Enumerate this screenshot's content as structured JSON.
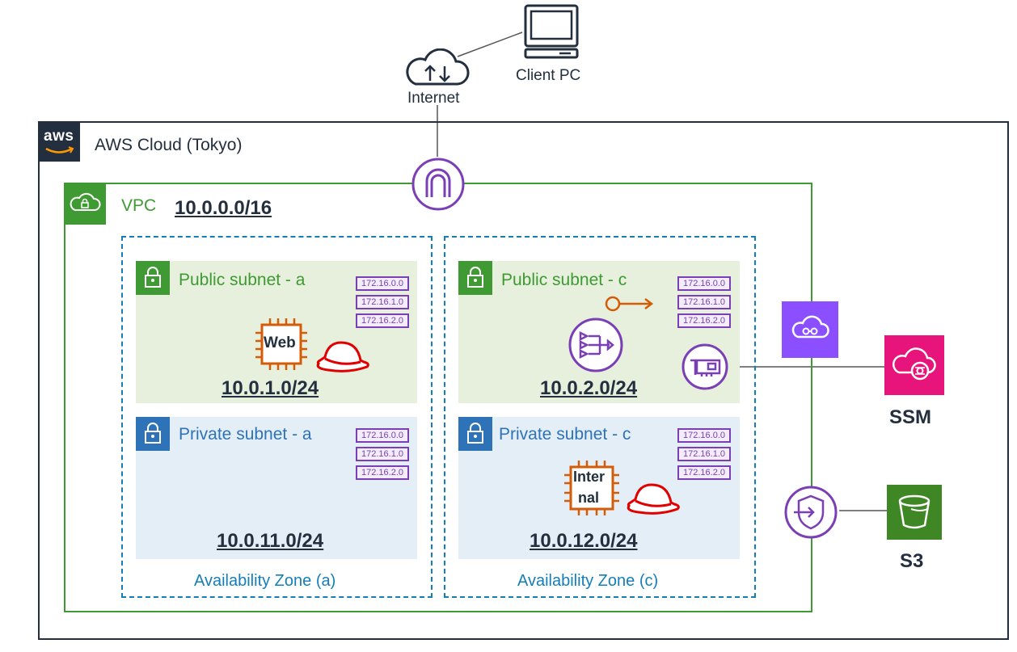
{
  "top": {
    "internet_label": "Internet",
    "client_label": "Client PC"
  },
  "aws": {
    "logo_text": "aws",
    "cloud_label": "AWS Cloud (Tokyo)"
  },
  "vpc": {
    "label": "VPC",
    "cidr": "10.0.0.0/16"
  },
  "zones": {
    "a": {
      "label": "Availability Zone (a)",
      "public": {
        "title": "Public subnet - a",
        "cidr": "10.0.1.0/24",
        "instance_label": "Web"
      },
      "private": {
        "title": "Private subnet - a",
        "cidr": "10.0.11.0/24"
      }
    },
    "c": {
      "label": "Availability Zone (c)",
      "public": {
        "title": "Public subnet - c",
        "cidr": "10.0.2.0/24"
      },
      "private": {
        "title": "Private subnet - c",
        "cidr": "10.0.12.0/24",
        "instance_label_1": "Inter",
        "instance_label_2": "nal"
      }
    }
  },
  "route_entries": [
    "172.16.0.0",
    "172.16.1.0",
    "172.16.2.0"
  ],
  "services": {
    "ssm_label": "SSM",
    "s3_label": "S3"
  },
  "icons": {
    "internet": "cloud-updown-icon",
    "client": "desktop-computer-icon",
    "igw": "internet-gateway-icon",
    "nat": "nat-gateway-icon",
    "eni": "network-interface-icon",
    "ec2": "ec2-instance-icon",
    "redhat": "red-hat-icon",
    "key": "key-icon",
    "vpc_endpoint": "interface-endpoint-icon",
    "gateway_endpoint": "gateway-endpoint-icon",
    "ssm": "ssm-icon",
    "s3": "s3-bucket-icon"
  },
  "colors": {
    "vpc_green": "#3f9a33",
    "az_blue": "#147eba",
    "private_blue": "#2e73b8",
    "purple": "#7b3fb5",
    "orange": "#d45b07",
    "ssm_pink": "#e7157b",
    "s3_green": "#3f8624",
    "redhat_red": "#e00000"
  }
}
